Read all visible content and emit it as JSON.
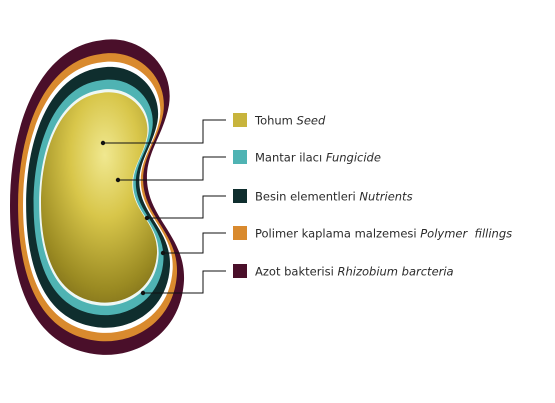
{
  "diagram": {
    "layers": [
      {
        "tr": "Tohum",
        "en": "Seed",
        "color": "#c8b43c"
      },
      {
        "tr": "Mantar ilacı",
        "en": "Fungicide",
        "color": "#4fb3b3"
      },
      {
        "tr": "Besin elementleri",
        "en": "Nutrients",
        "color": "#0f2e2e"
      },
      {
        "tr": "Polimer kaplama malzemesi",
        "en": "Polymer  fillings",
        "color": "#d98a2e"
      },
      {
        "tr": "Azot bakterisi",
        "en": "Rhizobium barcteria",
        "color": "#4a0f2a"
      }
    ]
  }
}
